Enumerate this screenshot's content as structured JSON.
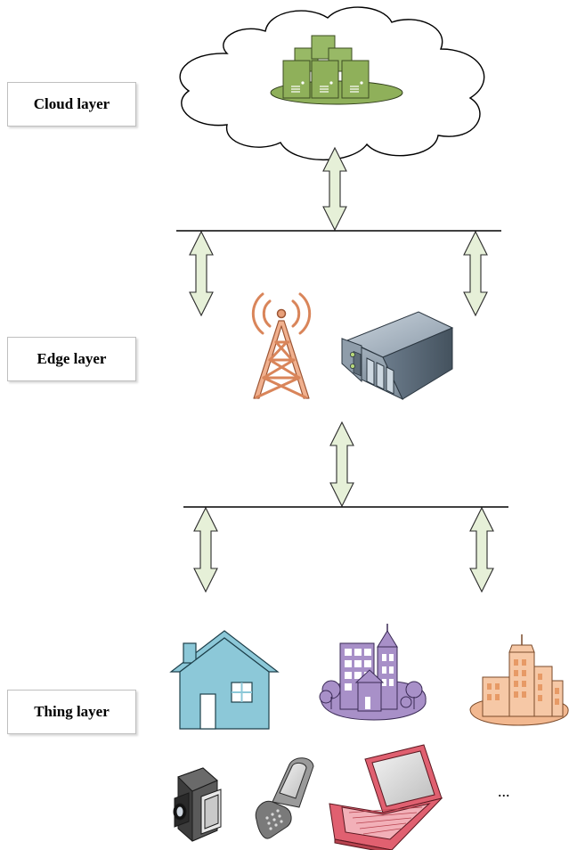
{
  "layers": {
    "cloud": {
      "label": "Cloud layer"
    },
    "edge": {
      "label": "Edge layer"
    },
    "thing": {
      "label": "Thing layer"
    }
  },
  "devices_more": "...",
  "icons": [
    "cloud-server-icon",
    "cell-tower-icon",
    "edge-server-icon",
    "house-icon",
    "city-icon",
    "buildings-icon",
    "camcorder-icon",
    "mobile-phone-icon",
    "laptop-icon"
  ],
  "colors": {
    "arrow_fill": "#e6f0d8",
    "server_green": "#8fb05a",
    "tower_orange": "#e8a07a",
    "house_blue": "#8cc8d8",
    "city_purple": "#a890c8",
    "building_orange": "#f2b890",
    "laptop_red": "#e06070"
  }
}
